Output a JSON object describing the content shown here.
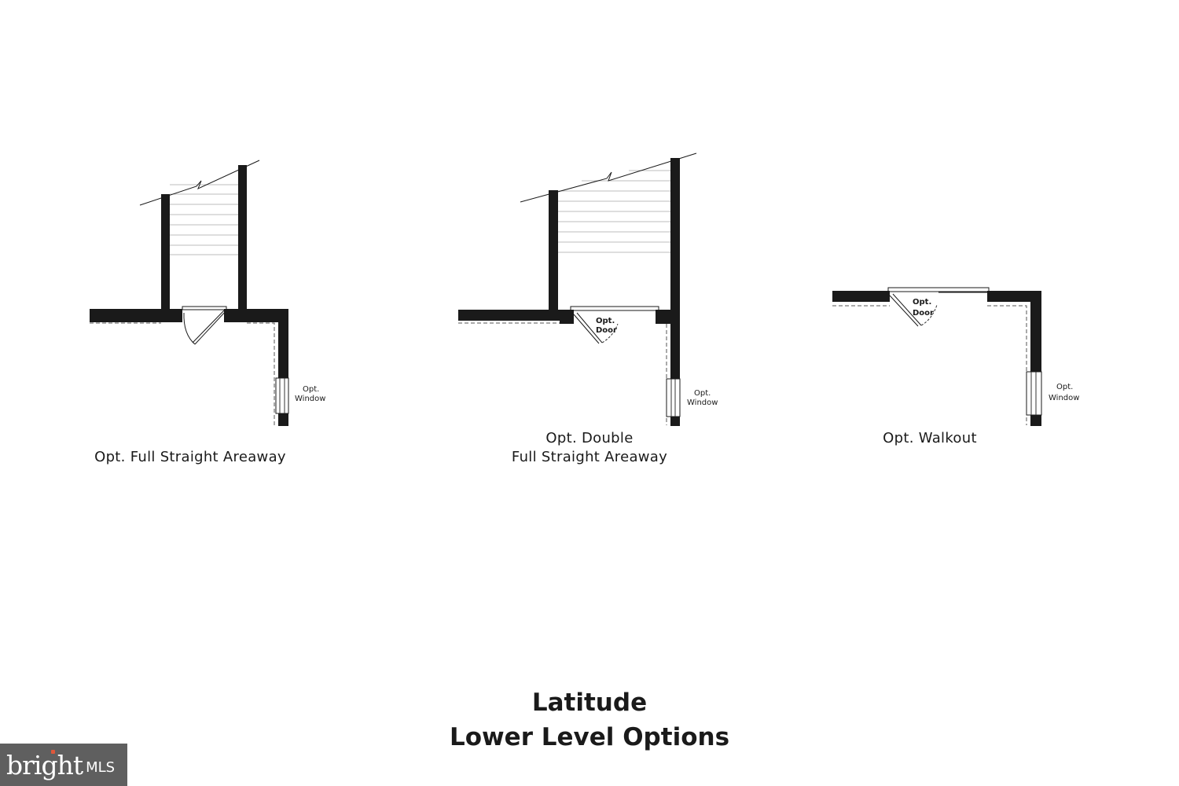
{
  "diagrams": [
    {
      "caption": [
        "Opt. Full Straight Areaway"
      ],
      "labels": {
        "window": [
          "Opt.",
          "Window"
        ]
      }
    },
    {
      "caption": [
        "Opt. Double",
        "Full Straight Areaway"
      ],
      "labels": {
        "door": [
          "Opt.",
          "Door"
        ],
        "window": [
          "Opt.",
          "Window"
        ]
      }
    },
    {
      "caption": [
        "Opt. Walkout"
      ],
      "labels": {
        "door": [
          "Opt.",
          "Door"
        ],
        "window": [
          "Opt.",
          "Window"
        ]
      }
    }
  ],
  "title": [
    "Latitude",
    "Lower Level Options"
  ],
  "watermark": {
    "brand": "bright",
    "suffix": "MLS",
    "accent_color": "#e0573a",
    "background_color": "#5f5f5f"
  }
}
